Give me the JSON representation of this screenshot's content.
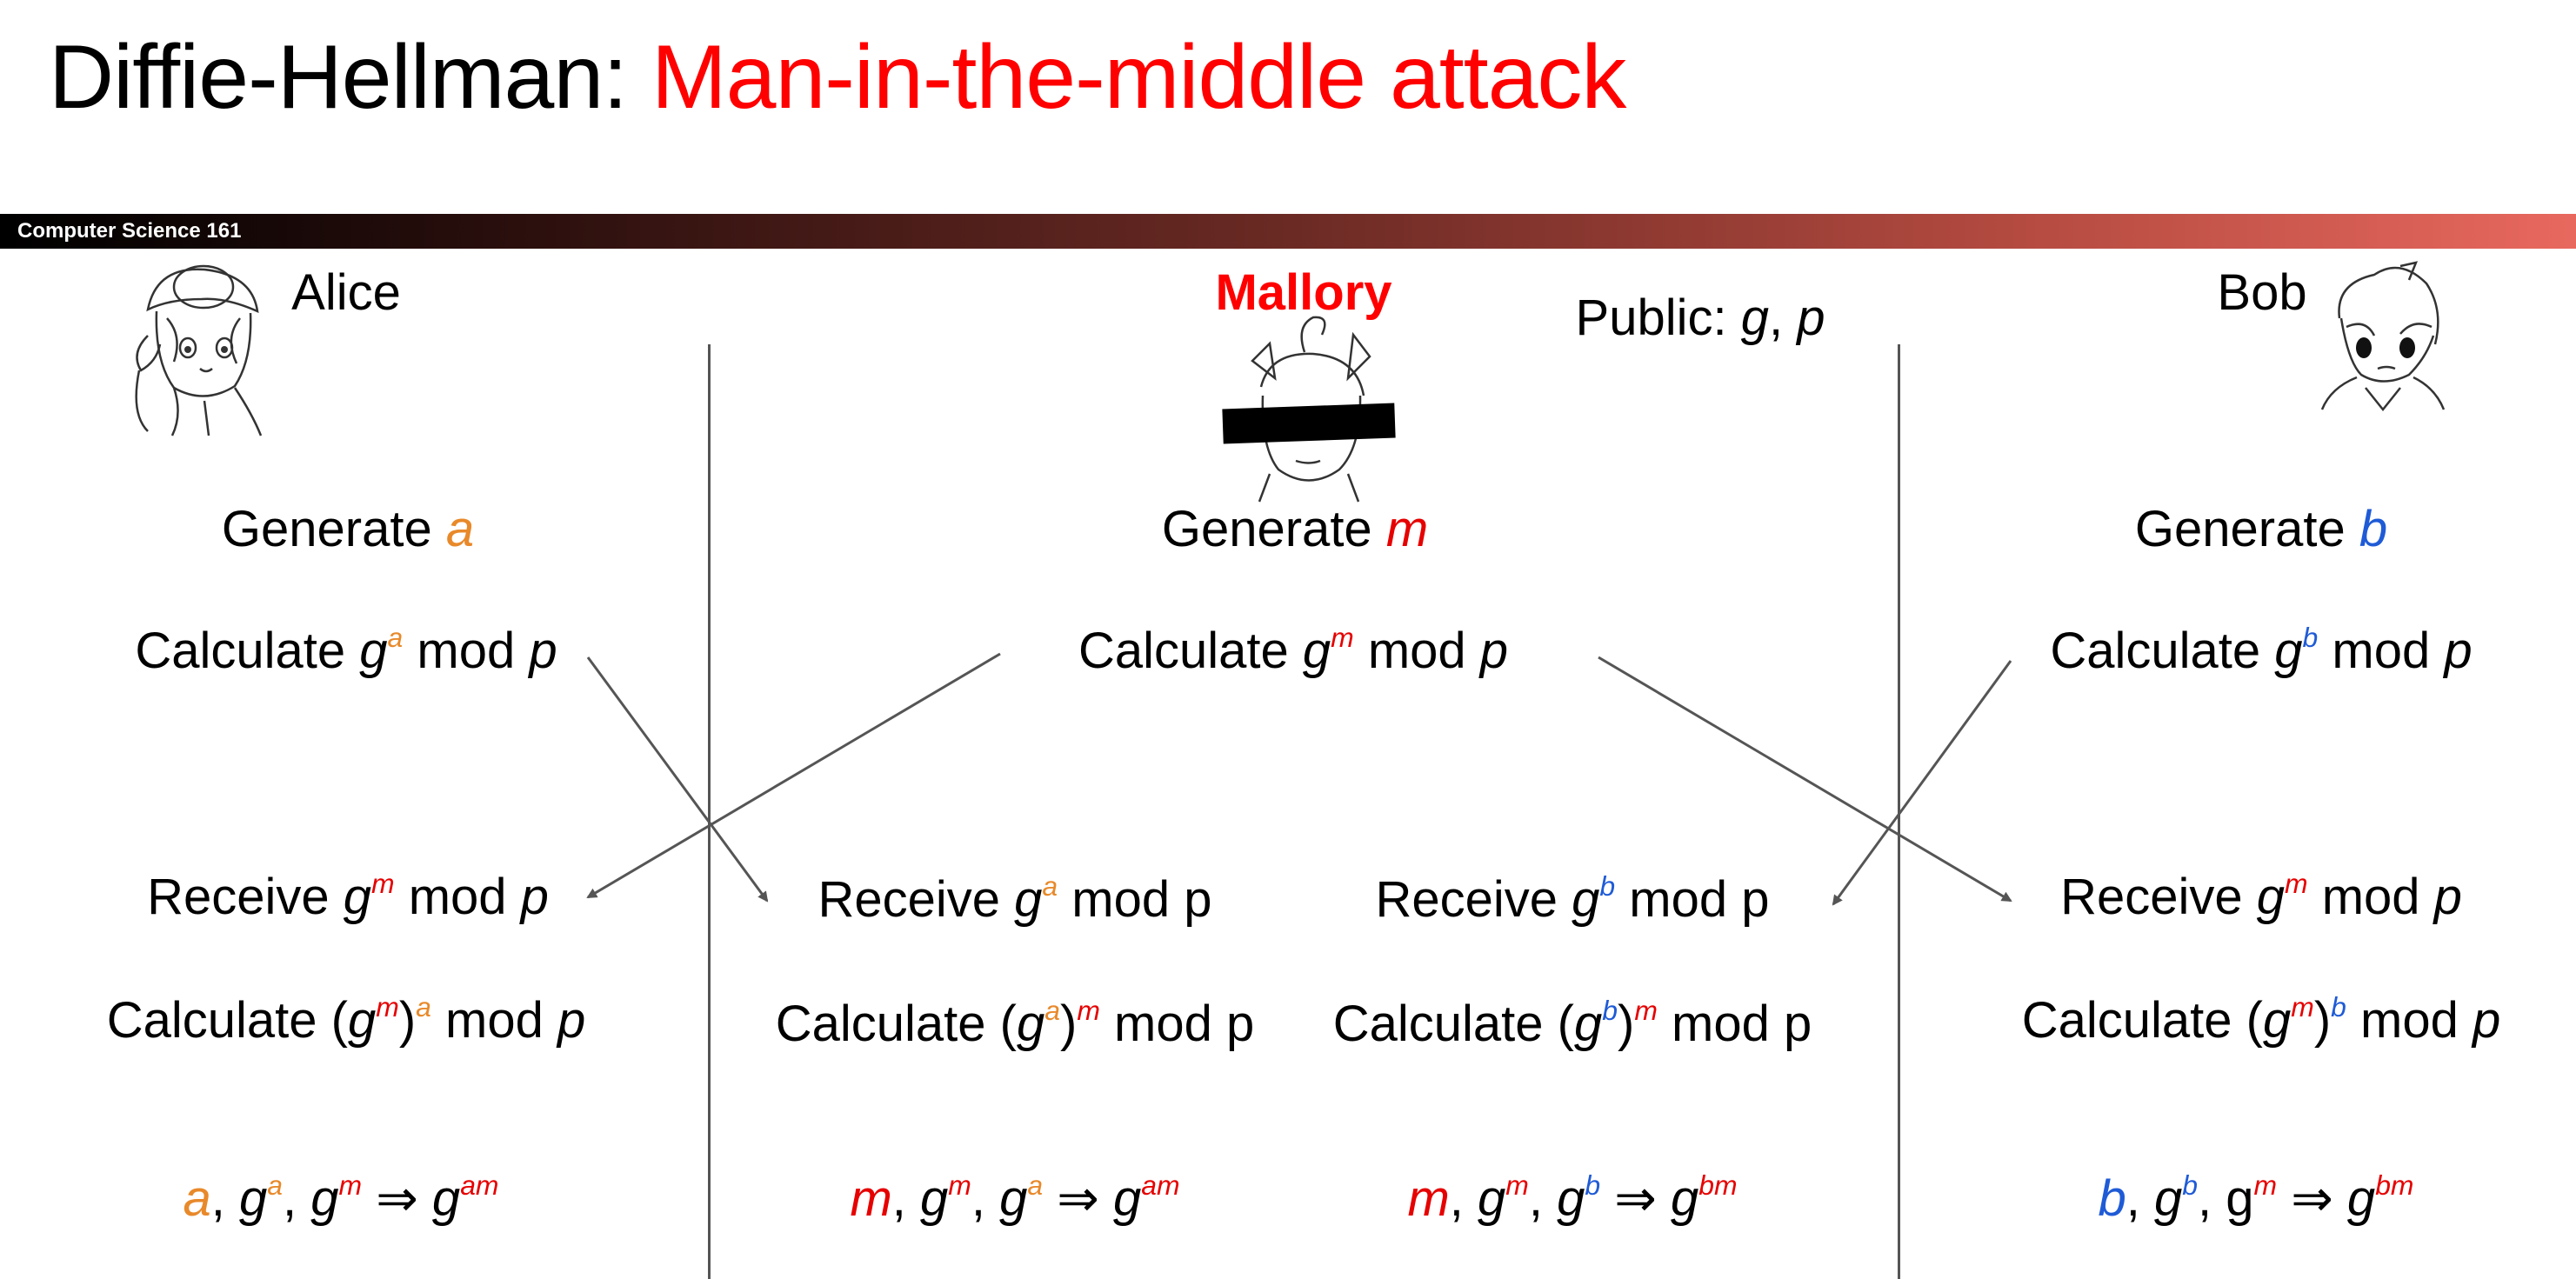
{
  "slide": {
    "title_prefix": "Diffie-Hellman: ",
    "title_highlight": "Man-in-the-middle attack",
    "banner_text": "Computer Science 161",
    "public_label": "Public: ",
    "public_g": "g",
    "public_sep": ", ",
    "public_p": "p"
  },
  "names": {
    "alice": "Alice",
    "mallory": "Mallory",
    "bob": "Bob"
  },
  "common": {
    "generate": "Generate ",
    "calculate": "Calculate ",
    "receive": "Receive ",
    "g": "g",
    "mod": " mod ",
    "p": "p",
    "mod_p_plain": " mod p",
    "open": "(",
    "close": ")",
    "comma": ", ",
    "implies": " ⇒ ",
    "a": "a",
    "b": "b",
    "m": "m",
    "am": "am",
    "bm": "bm"
  },
  "colors": {
    "alice_secret": "#e8892a",
    "mallory_secret": "#e60000",
    "bob_secret": "#1f5bd6",
    "title_accent": "#ff0000"
  },
  "icons": [
    "alice-avatar",
    "mallory-avatar",
    "bob-avatar"
  ]
}
